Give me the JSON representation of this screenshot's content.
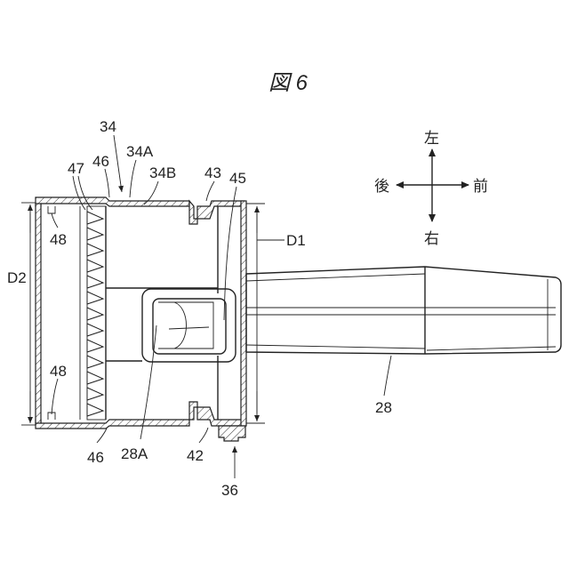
{
  "title": "図 6",
  "directions": {
    "left": "左",
    "rear": "後",
    "front": "前",
    "right": "右"
  },
  "labels": {
    "l34": "34",
    "l34A": "34A",
    "l34B": "34B",
    "l46top": "46",
    "l47": "47",
    "l43": "43",
    "l45": "45",
    "lD1": "D1",
    "lD2": "D2",
    "l48top": "48",
    "l48bottom": "48",
    "l46bottom": "46",
    "l28A": "28A",
    "l42": "42",
    "l36": "36",
    "l28": "28"
  }
}
